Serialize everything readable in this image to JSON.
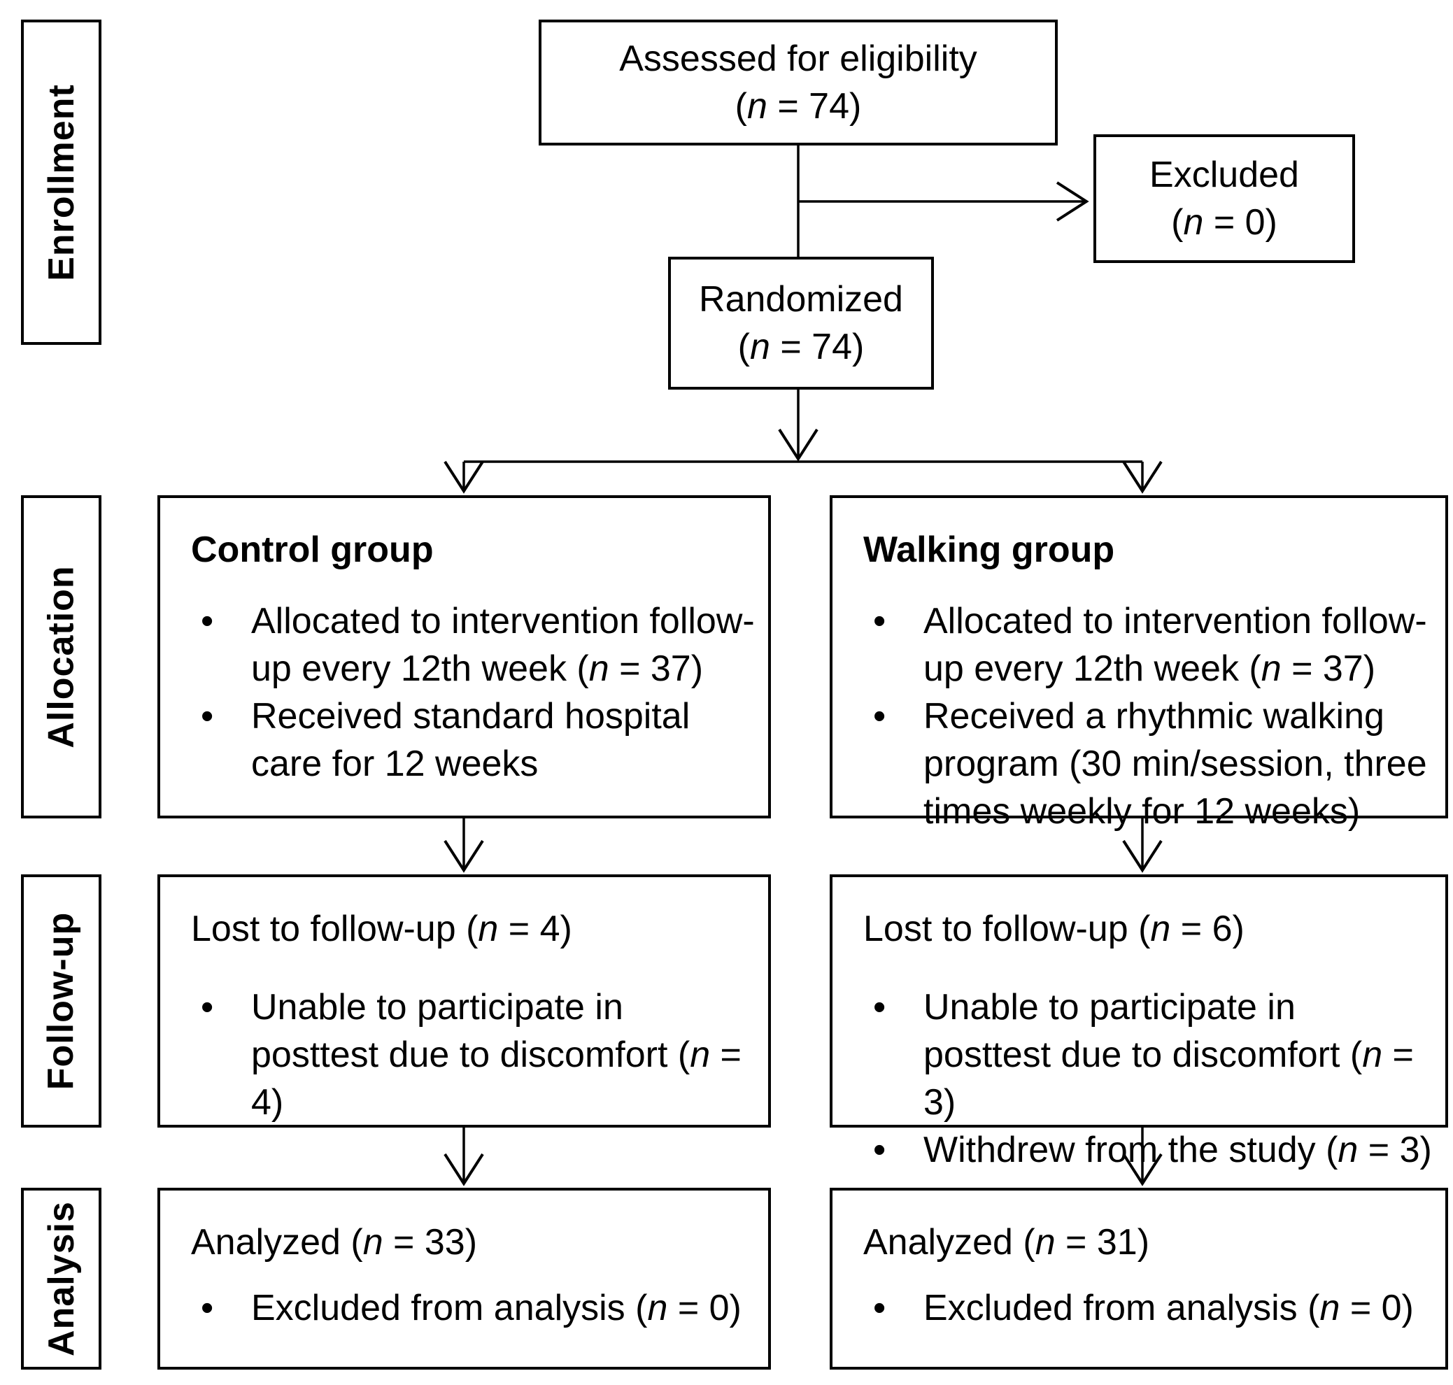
{
  "colors": {
    "ink": "#000000",
    "paper": "#ffffff"
  },
  "side_labels": {
    "enrollment": "Enrollment",
    "allocation": "Allocation",
    "followup": "Follow-up",
    "analysis": "Analysis"
  },
  "boxes": {
    "assessed": {
      "line1": "Assessed for eligibility",
      "line2": "(n = 74)"
    },
    "excluded": {
      "line1": "Excluded",
      "line2": "(n = 0)"
    },
    "randomized": {
      "line1": "Randomized",
      "line2": "(n = 74)"
    },
    "control": {
      "title": "Control group",
      "bullets": [
        "Allocated to intervention follow-up every 12th week (n = 37)",
        "Received standard hospital care for 12 weeks"
      ]
    },
    "walking": {
      "title": "Walking group",
      "bullets": [
        "Allocated to intervention follow-up every 12th week (n = 37)",
        "Received a rhythmic walking program (30 min/session, three times weekly for 12 weeks)"
      ]
    },
    "followup_control": {
      "heading": "Lost to follow-up (n = 4)",
      "bullets": [
        "Unable to participate in posttest due to discomfort (n = 4)"
      ]
    },
    "followup_walking": {
      "heading": "Lost to follow-up (n = 6)",
      "bullets": [
        "Unable to participate in posttest due to discomfort (n = 3)",
        "Withdrew from the study (n = 3)"
      ]
    },
    "analysis_control": {
      "heading": "Analyzed (n = 33)",
      "bullets": [
        "Excluded from analysis (n = 0)"
      ]
    },
    "analysis_walking": {
      "heading": "Analyzed (n = 31)",
      "bullets": [
        "Excluded from analysis (n = 0)"
      ]
    }
  }
}
